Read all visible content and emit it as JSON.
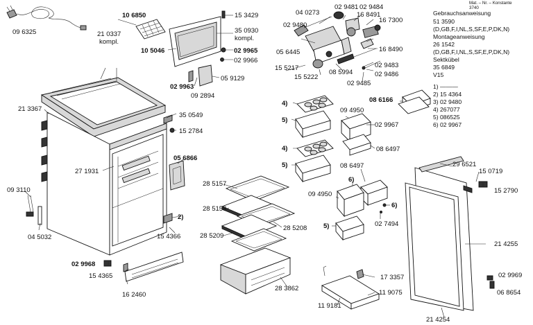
{
  "diagram": {
    "doc_info": {
      "header": "Mat. – Nr. – Konstante",
      "code": "3740",
      "lines": [
        "Gebrauchsanweisung",
        "51 3590",
        "(D,GB,F,I,NL,S,SF,E,P,DK,N)",
        "Montageanweisung",
        "26 1542",
        "(D,GB,F,I,NL,S,SF,E,P,DK,N)",
        "Sektkübel",
        "35 6849",
        "V15"
      ],
      "footnotes": [
        "1)  ———",
        "2)  15 4364",
        "3)  02 9480",
        "4)  267077",
        "5)  086525",
        "6)  02 9967"
      ]
    },
    "labels": {
      "p096325": "09 6325",
      "p210337": "21 0337",
      "p210337b": "kompl.",
      "p106850": "10 6850",
      "p153429": "15 3429",
      "p350930": "35 0930",
      "p350930b": "kompl.",
      "p105046": "10 5046",
      "p029965": "02 9965",
      "p029966": "02 9966",
      "p029963": "02 9963",
      "p059129": "05 9129",
      "p092894": "09 2894",
      "p040273": "04 0273",
      "p029481": "02 9481",
      "p029484": "02 9484",
      "p168491": "16 8491",
      "p029480": "02 9480",
      "p167300": "16 7300",
      "p056445": "05 6445",
      "p168490": "16 8490",
      "p155217": "15 5217",
      "p155222": "15 5222",
      "p085994": "08 5994",
      "p029483": "02 9483",
      "p029486": "02 9486",
      "p029485": "02 9485",
      "p213367": "21 3367",
      "p350549": "35 0549",
      "p152784": "15 2784",
      "p086166": "08 6166",
      "p094950a": "09 4950",
      "p029967a": "02 9967",
      "p086497a": "08 6497",
      "p056866": "05 6866",
      "p271931": "27 1931",
      "p086497b": "08 6497",
      "p296521": "29 6521",
      "p150719": "15 0719",
      "p152790": "15 2790",
      "p093110": "09 3110",
      "p285157": "28 5157",
      "p285158": "28 5158",
      "p094950b": "09 4950",
      "p285208": "28 5208",
      "p285209": "28 5209",
      "p045032": "04 5032",
      "p029968": "02 9968",
      "p154366": "15 4366",
      "p027494": "02 7494",
      "p214255": "21 4255",
      "p154365": "15 4365",
      "p283862": "28 3862",
      "p173357": "17 3357",
      "p029969": "02 9969",
      "p068654": "06 8654",
      "p162460": "16 2460",
      "p119181": "11 9181",
      "p119075": "11 9075",
      "p214254": "21 4254"
    },
    "callouts": {
      "c2": "2)",
      "c4a": "4)",
      "c5a": "5)",
      "c4b": "4)",
      "c5b": "5)",
      "c5c": "5)",
      "c6a": "6)",
      "c6b": "6)"
    }
  }
}
